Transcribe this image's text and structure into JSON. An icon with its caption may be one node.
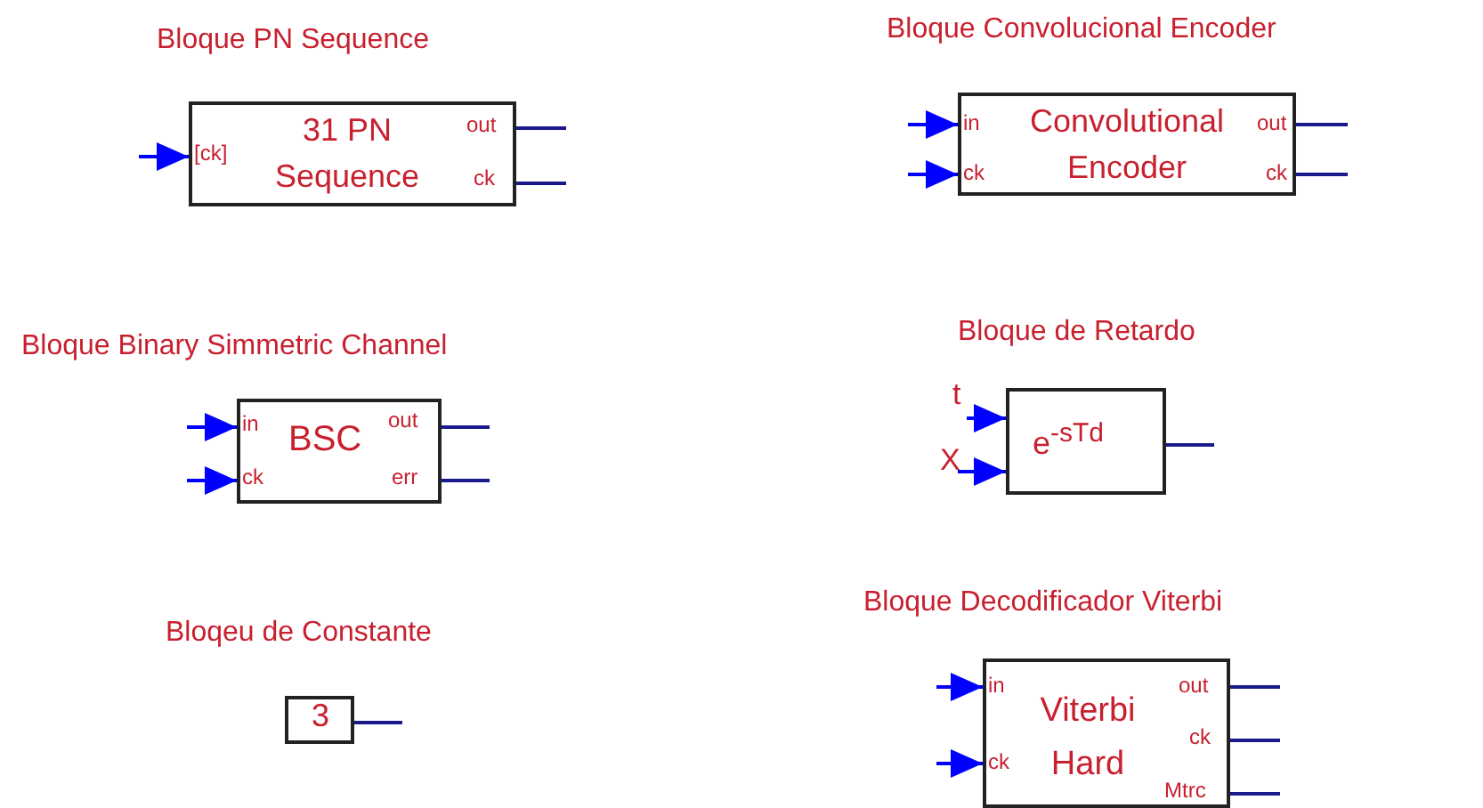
{
  "diagram": {
    "nodes": [
      {
        "text": [
          "Bloque PN Sequence",
          "[ck]",
          "31 PN Sequence",
          "out",
          "ck"
        ]
      },
      {
        "text": [
          "Bloque Convolucional Encoder",
          "in",
          "ck",
          "Convolutional Encoder",
          "out",
          "ck"
        ]
      },
      {
        "text": [
          "Bloque Binary Simmetric Channel",
          "in",
          "ck",
          "BSC",
          "out",
          "err"
        ]
      },
      {
        "text": [
          "Bloque de Retardo",
          "e$^{-sTd}$"
        ]
      },
      {
        "text": [
          "Bloqeu de Constante",
          "3"
        ]
      },
      {
        "text": [
          "Bloque Decodificador Viterbi",
          "in",
          "ck",
          "Viterbi Hard",
          "out",
          "ck",
          "Mtrc"
        ]
      }
    ],
    "edges": [
      {
        "from": null,
        "to": 0,
        "arrow": "to",
        "color": "#0000ff"
      },
      {
        "from": 0,
        "to": null,
        "arrow": "none"
      },
      {
        "from": 0,
        "to": null,
        "arrow": "none"
      },
      {
        "from": null,
        "to": 1,
        "arrow": "to",
        "color": "#0000ff"
      },
      {
        "from": null,
        "to": 1,
        "arrow": "to",
        "color": "#0000ff"
      },
      {
        "from": 1,
        "to": null,
        "arrow": "none"
      },
      {
        "from": 1,
        "to": null,
        "arrow": "none"
      },
      {
        "from": null,
        "to": 2,
        "arrow": "to",
        "color": "#0000ff"
      },
      {
        "from": null,
        "to": 2,
        "arrow": "to",
        "color": "#0000ff"
      },
      {
        "from": 2,
        "to": null,
        "arrow": "none"
      },
      {
        "from": 2,
        "to": null,
        "arrow": "none"
      },
      {
        "from": null,
        "to": 3,
        "arrow": "to",
        "label": "t",
        "color": "#0000ff"
      },
      {
        "from": null,
        "to": 3,
        "arrow": "to",
        "label": "X",
        "color": "#0000ff"
      },
      {
        "from": 3,
        "to": null,
        "arrow": "none"
      },
      {
        "from": 4,
        "to": null,
        "arrow": "none"
      },
      {
        "from": null,
        "to": 5,
        "arrow": "to",
        "color": "#0000ff"
      },
      {
        "from": null,
        "to": 5,
        "arrow": "to",
        "color": "#0000ff"
      },
      {
        "from": 5,
        "to": null,
        "arrow": "none"
      },
      {
        "from": 5,
        "to": null,
        "arrow": "none"
      },
      {
        "from": 5,
        "to": null,
        "arrow": "none"
      }
    ]
  }
}
